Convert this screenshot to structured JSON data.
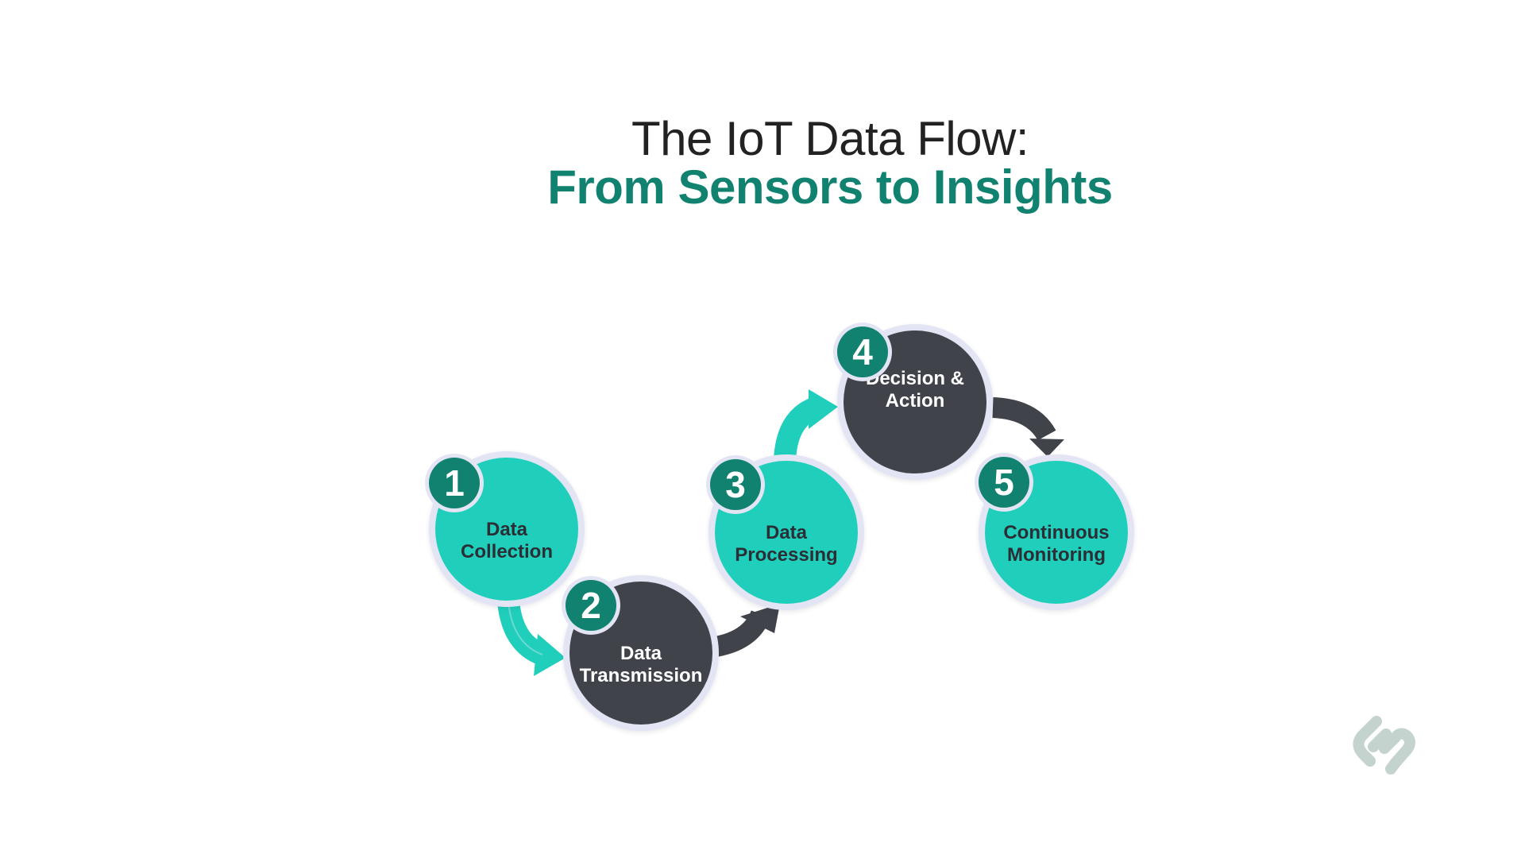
{
  "title": {
    "line1": "The IoT Data Flow:",
    "line2": "From Sensors to Insights"
  },
  "colors": {
    "accent_teal": "#1fcfbb",
    "dark_gray": "#40434a",
    "badge_green": "#10826f",
    "ring": "#e3e5f4"
  },
  "steps": [
    {
      "number": "1",
      "label": "Data Collection",
      "style": "teal"
    },
    {
      "number": "2",
      "label": "Data Transmission",
      "style": "dark"
    },
    {
      "number": "3",
      "label": "Data Processing",
      "style": "teal"
    },
    {
      "number": "4",
      "label": "Decision & Action",
      "style": "dark"
    },
    {
      "number": "5",
      "label": "Continuous Monitoring",
      "style": "teal"
    }
  ],
  "logo_icon": "chain-link-logo-icon"
}
